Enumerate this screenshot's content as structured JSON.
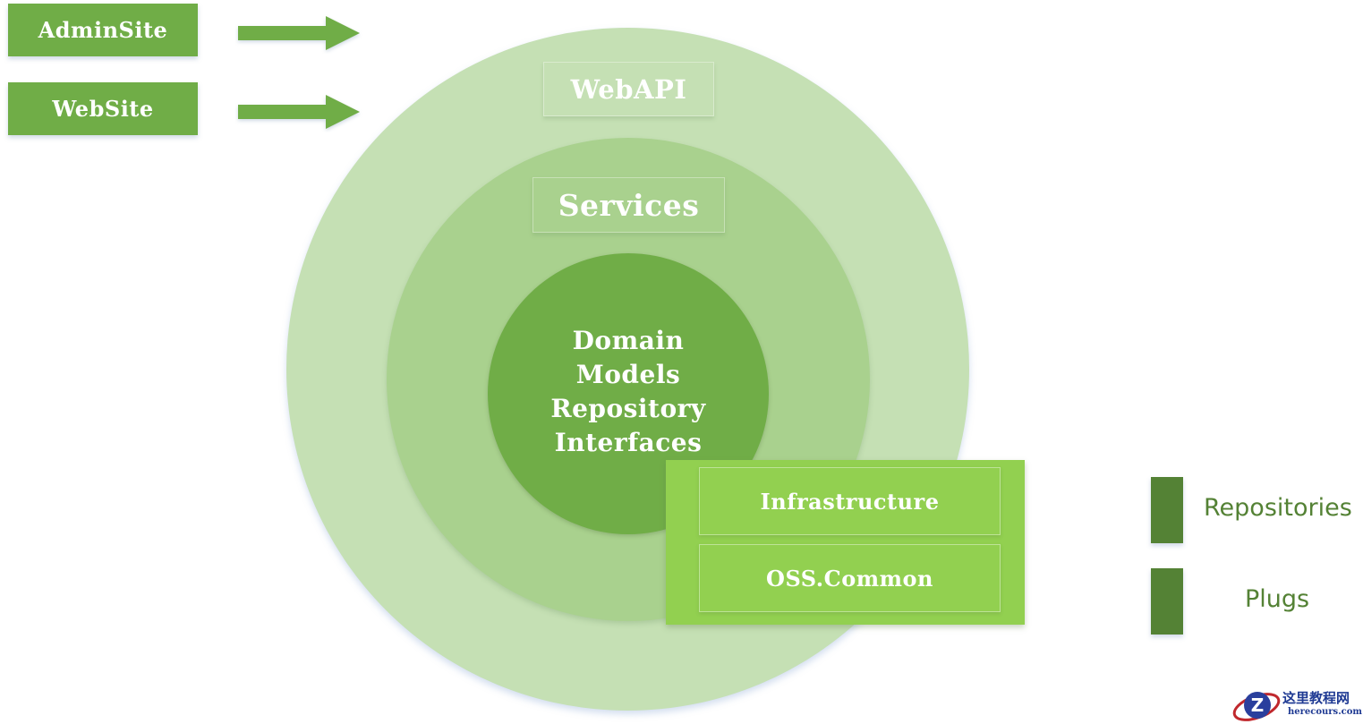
{
  "clients": [
    {
      "label": "AdminSite"
    },
    {
      "label": "WebSite"
    }
  ],
  "layers": {
    "outer": {
      "label": "WebAPI",
      "color": "#c5e0b4"
    },
    "middle": {
      "label": "Services",
      "color": "#a9d18e"
    },
    "core": {
      "lines": [
        "Domain",
        "Models",
        "Repository",
        "Interfaces"
      ],
      "color": "#70ad47"
    }
  },
  "plug_panel": {
    "items": [
      {
        "label": "Infrastructure"
      },
      {
        "label": "OSS.Common"
      }
    ],
    "color": "#92d050"
  },
  "legend": [
    {
      "label": "Repositories",
      "color": "#548235"
    },
    {
      "label": "Plugs",
      "color": "#548235"
    }
  ],
  "watermark": {
    "title": "这里教程网",
    "site": "herecours.com"
  }
}
